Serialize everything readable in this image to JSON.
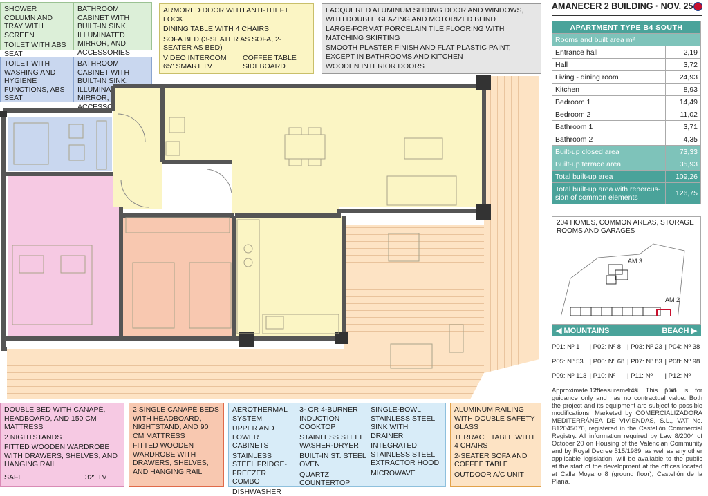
{
  "header": {
    "title": "AMANECER 2 BUILDING · NOV. 25",
    "flag_icon": "uk-flag-icon"
  },
  "features": {
    "bath1": [
      "SHOWER COLUMN AND TRAY WITH SCREEN",
      "TOILET WITH ABS SEAT"
    ],
    "bath1_cabinet": [
      "BATHROOM CABINET WITH BUILT-IN SINK, ILLUMINATED MIRROR, AND ACCESSORIES"
    ],
    "bath2": [
      "TOILET WITH WASHING AND HYGIENE FUNCTIONS, ABS SEAT"
    ],
    "bath2_cabinet": [
      "BATHROOM CABINET WITH BUILT-IN SINK, ILLUMINATED MIRROR, AND ACCESSORIES"
    ],
    "living": [
      "ARMORED DOOR WITH ANTI-THEFT LOCK",
      "DINING TABLE WITH 4 CHAIRS",
      "SOFA BED (3-SEATER AS SOFA, 2-SEATER AS BED)"
    ],
    "living_row1": [
      "VIDEO INTERCOM",
      "COFFEE TABLE"
    ],
    "living_row2": [
      "65\" SMART TV",
      "SIDEBOARD"
    ],
    "general": [
      "LACQUERED ALUMINUM SLIDING DOOR AND WINDOWS, WITH DOUBLE GLAZING AND MOTORIZED BLIND",
      "LARGE-FORMAT PORCELAIN TILE FLOORING WITH MATCHING SKIRTING",
      "SMOOTH PLASTER FINISH AND FLAT PLASTIC PAINT, EXCEPT IN BATHROOMS AND KITCHEN",
      "WOODEN INTERIOR DOORS"
    ],
    "bedroom1": [
      "DOUBLE BED WITH CANAPÉ, HEADBOARD, AND 150 CM MATTRESS",
      "2 NIGHTSTANDS",
      "FITTED WOODEN WARDROBE WITH DRAWERS, SHELVES, AND HANGING RAIL"
    ],
    "bedroom1_last": [
      "SAFE",
      "32\" TV"
    ],
    "bedroom2": [
      "2 SINGLE CANAPÉ BEDS WITH HEADBOARD, NIGHTSTAND, AND 90 CM MATTRESS",
      "FITTED WOODEN WARDROBE WITH DRAWERS, SHELVES, AND HANGING RAIL"
    ],
    "kitchen_col1": [
      "AEROTHERMAL SYSTEM",
      "UPPER AND LOWER CABINETS",
      "STAINLESS STEEL FRIDGE-FREEZER COMBO",
      "DISHWASHER"
    ],
    "kitchen_col2": [
      "3- OR 4-BURNER INDUCTION COOKTOP",
      "STAINLESS STEEL WASHER-DRYER",
      "BUILT-IN ST. STEEL OVEN",
      "QUARTZ COUNTERTOP"
    ],
    "kitchen_col3": [
      "SINGLE-BOWL STAINLESS STEEL SINK WITH DRAINER",
      "INTEGRATED STAINLESS STEEL EXTRACTOR HOOD",
      "MICROWAVE"
    ],
    "terrace": [
      "ALUMINUM RAILING WITH DOUBLE SAFETY GLASS",
      "TERRACE TABLE WITH 4 CHAIRS",
      "2-SEATER SOFA AND COFFEE TABLE",
      "OUTDOOR A/C UNIT"
    ]
  },
  "areas": {
    "title": "APARTMENT TYPE B4 SOUTH",
    "subtitle": "Rooms and built area m²",
    "rooms": [
      {
        "name": "Entrance hall",
        "value": "2,19"
      },
      {
        "name": "Hall",
        "value": "3,72"
      },
      {
        "name": "Living - dining room",
        "value": "24,93"
      },
      {
        "name": "Kitchen",
        "value": "8,93"
      },
      {
        "name": "Bedroom 1",
        "value": "14,49"
      },
      {
        "name": "Bedroom 2",
        "value": "11,02"
      },
      {
        "name": "Bathroom 1",
        "value": "3,71"
      },
      {
        "name": "Bathroom 2",
        "value": "4,35"
      }
    ],
    "totals": [
      {
        "name": "Built-up closed area",
        "value": "73,33"
      },
      {
        "name": "Built-up terrace area",
        "value": "35,93"
      },
      {
        "name": "Total built-up area",
        "value": "109,26"
      }
    ],
    "grand": {
      "line1": "Total built-up area with repercus-",
      "line2": "sion of common elements",
      "value": "126,75"
    }
  },
  "site": {
    "text": "204 HOMES, COMMON AREAS, STORAGE ROOMS AND GARAGES",
    "am3": "AM 3",
    "am2": "AM 2"
  },
  "directions": {
    "left": "MOUNTAINS",
    "right": "BEACH"
  },
  "portals": [
    "P01: Nº 1",
    "| P02: Nº 8",
    "| P03: Nº 23",
    "| P04: Nº 38",
    "P05: Nº 53",
    "| P06: Nº 68",
    "| P07: Nº 83",
    "| P08: Nº 98",
    "P09: Nº 113",
    "| P10: Nº 128",
    "| P11: Nº 143",
    "| P12: Nº 158"
  ],
  "legal": "Approximate measurements. This plan is for guidance only and has no contractual value. Both the project and its equipment are subject to possible modifications. Marketed by COMERCIALIZADORA MEDITERRÁNEA DE VIVIENDAS, S.L., VAT No. B12045076, registered in the Castellón Commercial Registry. All information required by Law 8/2004 of October 20 on Housing of the Valencian Community and by Royal Decree 515/1989, as well as any other applicable legislation, will be available to the public at the start of the development at the offices located at Calle Moyano 8 (ground floor), Castellón de la Plana.",
  "colors": {
    "teal": "#4aa39a",
    "bath1": "#dcefd8",
    "bath2": "#c9d7ef",
    "living": "#fbf5c4",
    "bed1": "#f6c9e3",
    "bed2": "#f8c8b0",
    "kitchen": "#d8ecf8",
    "terrace": "#fde3c4",
    "general": "#e6e6e6",
    "border_terrace": "#e2a24a",
    "border_bed2": "#e06a4a",
    "border_bed1": "#d98ab5"
  }
}
